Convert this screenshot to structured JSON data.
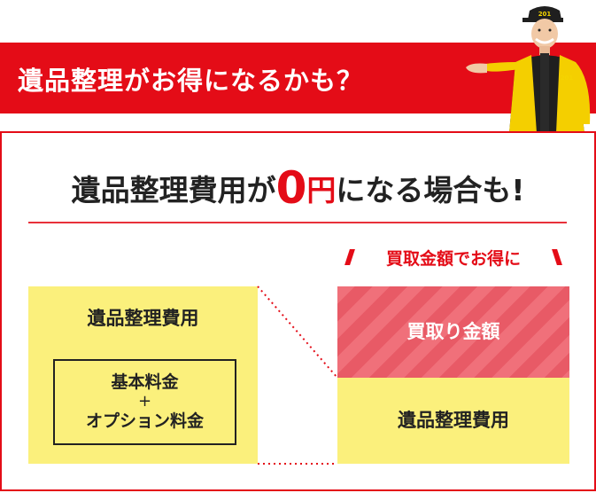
{
  "banner": {
    "title": "遺品整理がお得になるかも？",
    "cap_label": "201"
  },
  "headline": {
    "before": "遺品整理費用が",
    "zero": "0",
    "yen": "円",
    "after": "になる場合も!"
  },
  "left_box": {
    "title": "遺品整理費用",
    "inner_line1": "基本料金",
    "inner_plus": "+",
    "inner_line2": "オプション料金"
  },
  "right_label": "買取金額でお得に",
  "right_box": {
    "top_label": "買取り金額",
    "bottom_label": "遺品整理費用"
  },
  "colors": {
    "accent": "#e40c17",
    "yellow": "#fbf07c",
    "stripe": "#f0707a"
  }
}
